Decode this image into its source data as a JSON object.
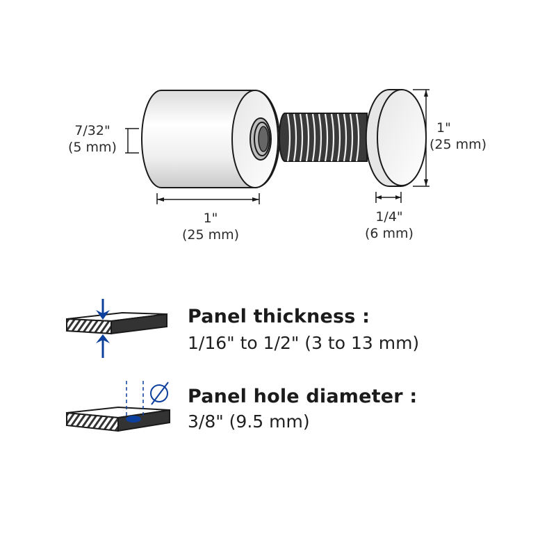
{
  "diagram": {
    "standoff_barrel": {
      "hole_dimension": {
        "imperial": "7/32\"",
        "metric": "(5 mm)"
      },
      "length_dimension": {
        "imperial": "1\"",
        "metric": "(25 mm)"
      }
    },
    "cap_screw": {
      "diameter_dimension": {
        "imperial": "1\"",
        "metric": "(25 mm)"
      },
      "head_thickness_dimension": {
        "imperial": "1/4\"",
        "metric": "(6 mm)"
      }
    },
    "specs": [
      {
        "icon": "panel-thickness-icon",
        "title": "Panel thickness :",
        "value": "1/16\" to 1/2\" (3 to 13 mm)"
      },
      {
        "icon": "panel-hole-diameter-icon",
        "title": "Panel hole diameter :",
        "value": "3/8\" (9.5 mm)"
      }
    ],
    "colors": {
      "outline": "#1a1a1a",
      "accent_blue": "#0d3f9c",
      "metal_light": "#f4f4f4",
      "metal_shade": "#cfcfcf"
    }
  }
}
